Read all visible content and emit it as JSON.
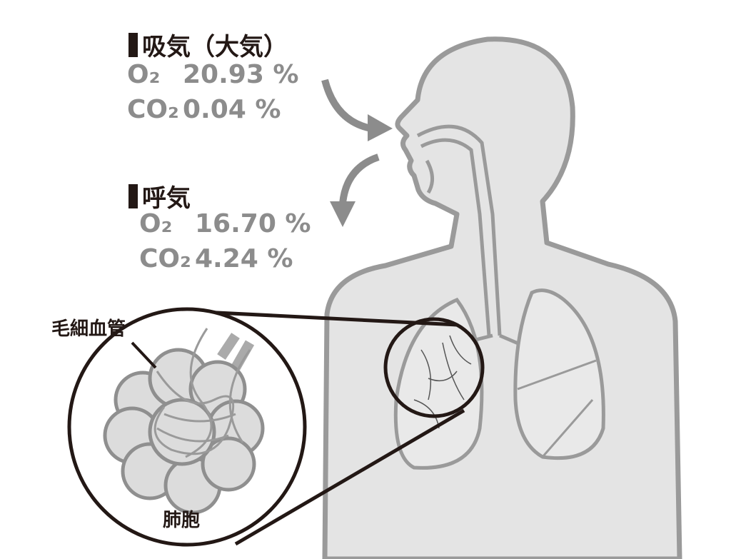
{
  "inhale": {
    "title": "吸気（大気）",
    "rows": [
      {
        "gas": "O₂",
        "value": "20.93 %"
      },
      {
        "gas": "CO₂",
        "value": "0.04 %"
      }
    ]
  },
  "exhale": {
    "title": "呼気",
    "rows": [
      {
        "gas": "O₂",
        "value": "16.70 %"
      },
      {
        "gas": "CO₂",
        "value": "4.24 %"
      }
    ]
  },
  "labels": {
    "capillary": "毛細血管",
    "alveoli": "肺胞"
  },
  "colors": {
    "text": "#231815",
    "value": "#8c8c8c",
    "body_fill": "#e4e4e4",
    "outline": "#9a9a9a"
  }
}
